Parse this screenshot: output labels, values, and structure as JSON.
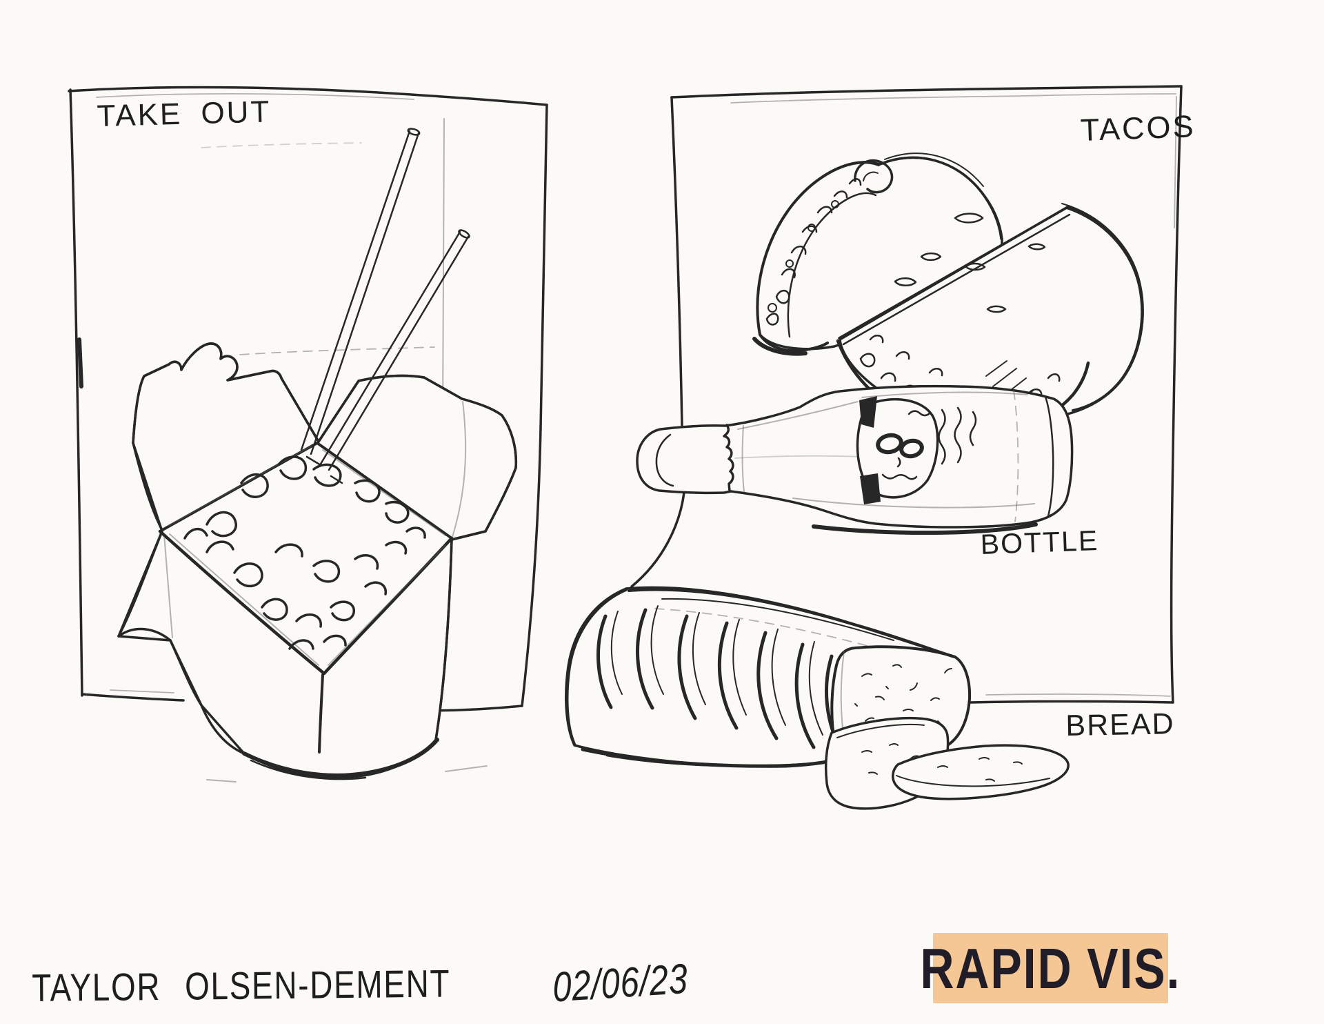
{
  "page": {
    "background": "#fbfaf7",
    "ink": "#272727"
  },
  "left_panel": {
    "title": "TAKE OUT",
    "drawing": "chinese-takeout-box-with-noodles-and-chopsticks"
  },
  "right_panel": {
    "taco_label": "TACOS",
    "bottle_label": "BOTTLE",
    "bread_label": "BREAD",
    "drawings": [
      "two-hard-shell-tacos",
      "bottle-on-its-side-with-skull-label",
      "bread-loaf-with-two-slices"
    ]
  },
  "footer": {
    "artist": "TAYLOR OLSEN-DEMENT",
    "date": "02/06/23",
    "stamp": {
      "text": "RAPID VIS.",
      "background": "#f5c795",
      "text_color": "#211d28"
    }
  }
}
